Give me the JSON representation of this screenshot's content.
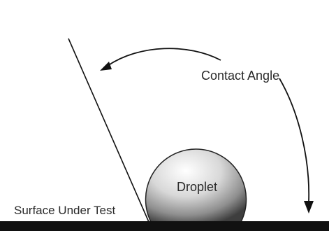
{
  "labels": {
    "contact_angle": "Contact Angle",
    "droplet": "Droplet",
    "surface": "Surface Under Test"
  },
  "colors": {
    "ink": "#111111",
    "text": "#2a2a2a",
    "background": "#ffffff"
  }
}
